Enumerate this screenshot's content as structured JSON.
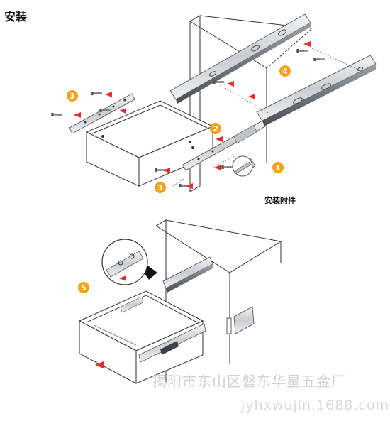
{
  "heading": "安装",
  "accessories_caption": "安装附件",
  "steps": [
    "1",
    "2",
    "3",
    "4",
    "5"
  ],
  "watermark": {
    "company": "揭阳市东山区磐东华星五金厂",
    "url": "jyhxwujin.1688.com"
  },
  "colors": {
    "badge": "#f5a21a",
    "arrow": "#e03030",
    "rail": "#d7dadd",
    "line": "#333333"
  },
  "icons": [
    "screw-icon",
    "arrow-icon",
    "detail-magnifier-icon"
  ]
}
